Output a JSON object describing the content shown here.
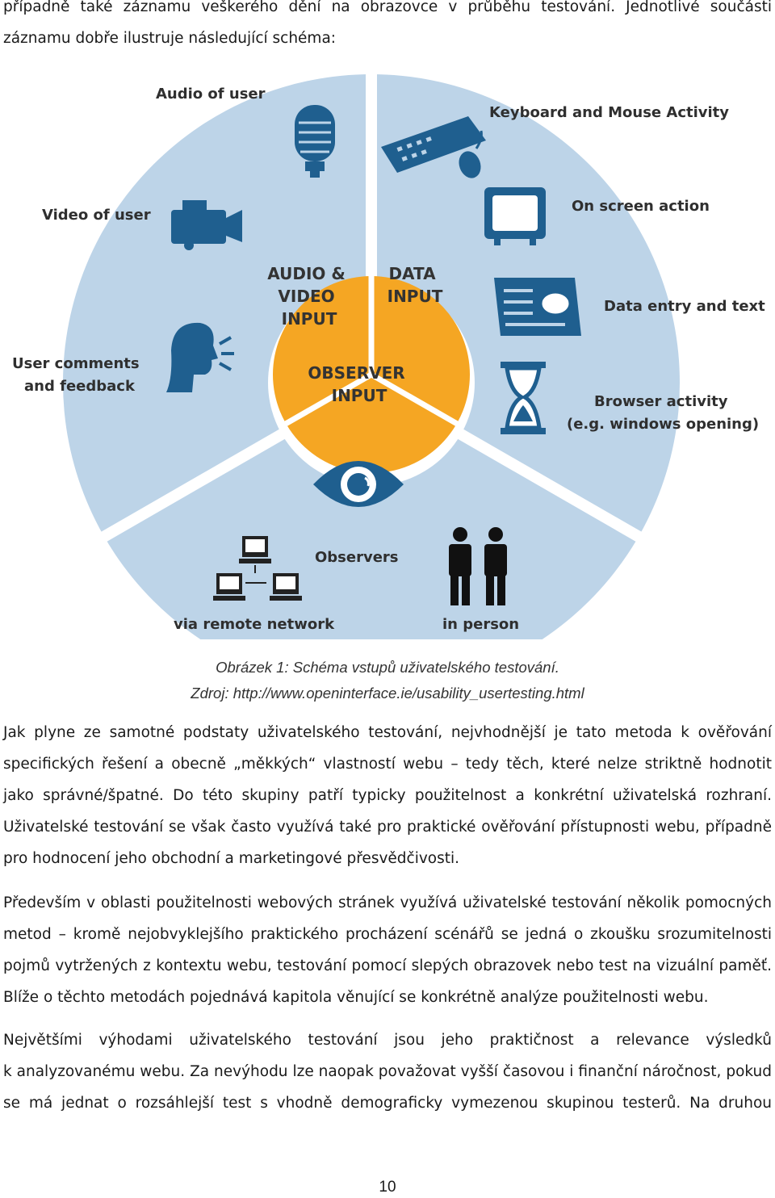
{
  "intro": {
    "lines": [
      "případně také záznamu veškerého dění na obrazovce v průběhu testování. Jednotlivé součásti",
      "záznamu dobře ilustruje následující schéma:"
    ]
  },
  "figure": {
    "inner_segments": {
      "audio_video": [
        "AUDIO &",
        "VIDEO",
        "INPUT"
      ],
      "data": [
        "DATA",
        "INPUT"
      ],
      "observer": [
        "OBSERVER",
        "INPUT"
      ]
    },
    "labels": {
      "audio_of_user": "Audio of user",
      "keyboard_mouse": "Keyboard and Mouse Activity",
      "video_of_user": "Video of user",
      "on_screen_action": "On screen action",
      "data_entry": "Data entry and text",
      "user_comments": [
        "User comments",
        "and feedback"
      ],
      "browser_activity": [
        "Browser activity",
        "(e.g. windows opening)"
      ],
      "observers": "Observers",
      "via_remote": "via remote network",
      "in_person": "in person"
    },
    "colors": {
      "orange": "#f5a623",
      "light_blue": "#bdd4e8",
      "dark_blue": "#1f5f8f"
    }
  },
  "caption": {
    "line1": "Obrázek 1: Schéma vstupů uživatelského testování.",
    "line2": "Zdroj: http://www.openinterface.ie/usability_usertesting.html"
  },
  "paragraph1": {
    "lines": [
      "Jak plyne ze samotné podstaty uživatelského testování, nejvhodnější je tato metoda k ověřování",
      "specifických řešení a obecně „měkkých“ vlastností webu – tedy těch, které nelze striktně hodnotit",
      "jako správné/špatné. Do této skupiny patří typicky použitelnost a konkrétní uživatelská rozhraní.",
      "Uživatelské testování se však často využívá také pro praktické ověřování přístupnosti webu, případně",
      "pro hodnocení jeho obchodní a marketingové přesvědčivosti."
    ]
  },
  "paragraph2": {
    "lines": [
      "Především v oblasti použitelnosti webových stránek využívá uživatelské testování několik pomocných",
      "metod – kromě nejobvyklejšího praktického procházení scénářů se jedná o zkoušku srozumitelnosti",
      "pojmů vytržených z kontextu webu, testování pomocí slepých obrazovek nebo test na vizuální paměť.",
      "Blíže o těchto metodách pojednává kapitola věnující se konkrétně analýze použitelnosti webu."
    ]
  },
  "paragraph3": {
    "lines": [
      "Největšími výhodami uživatelského testování jsou jeho praktičnost a relevance výsledků",
      "k analyzovanému webu. Za nevýhodu lze naopak považovat vyšší časovou i finanční náročnost, pokud",
      "se má jednat o rozsáhlejší test s vhodně demograficky vymezenou skupinou testerů. Na druhou"
    ]
  },
  "page_number": "10"
}
